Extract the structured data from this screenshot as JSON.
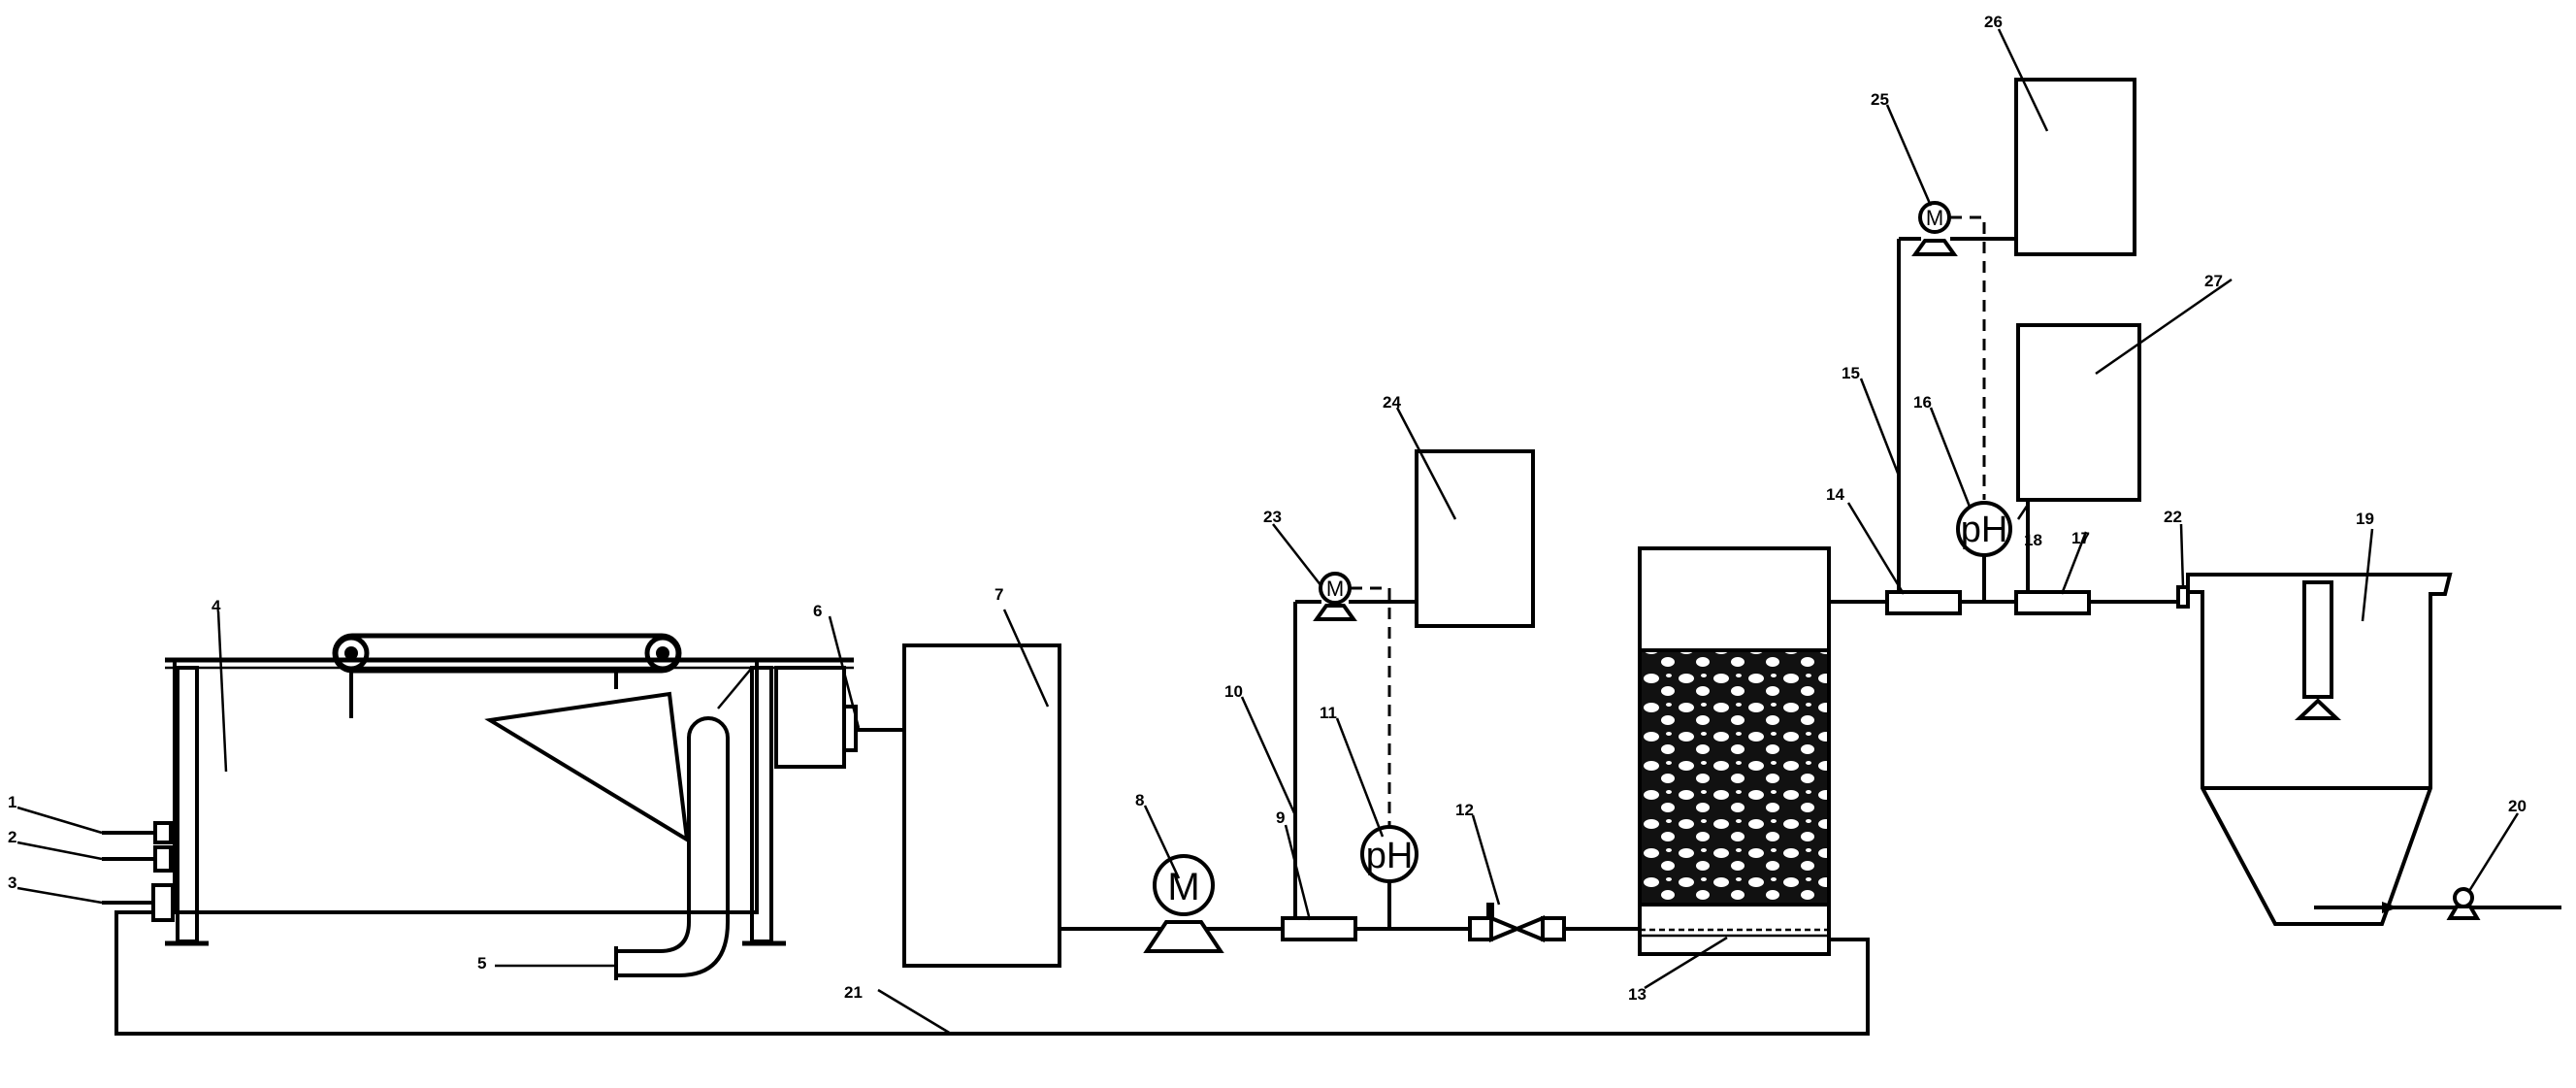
{
  "callouts": [
    {
      "id": "1",
      "text": "1"
    },
    {
      "id": "2",
      "text": "2"
    },
    {
      "id": "3",
      "text": "3"
    },
    {
      "id": "4",
      "text": "4"
    },
    {
      "id": "5",
      "text": "5"
    },
    {
      "id": "6",
      "text": "6"
    },
    {
      "id": "7",
      "text": "7"
    },
    {
      "id": "8",
      "text": "8"
    },
    {
      "id": "9",
      "text": "9"
    },
    {
      "id": "10",
      "text": "10"
    },
    {
      "id": "11",
      "text": "11"
    },
    {
      "id": "12",
      "text": "12"
    },
    {
      "id": "13",
      "text": "13"
    },
    {
      "id": "14",
      "text": "14"
    },
    {
      "id": "15",
      "text": "15"
    },
    {
      "id": "16",
      "text": "16"
    },
    {
      "id": "17",
      "text": "17"
    },
    {
      "id": "18",
      "text": "18"
    },
    {
      "id": "19",
      "text": "19"
    },
    {
      "id": "20",
      "text": "20"
    },
    {
      "id": "21",
      "text": "21"
    },
    {
      "id": "22",
      "text": "22"
    },
    {
      "id": "23",
      "text": "23"
    },
    {
      "id": "24",
      "text": "24"
    },
    {
      "id": "25",
      "text": "25"
    },
    {
      "id": "26",
      "text": "26"
    },
    {
      "id": "27",
      "text": "27"
    }
  ],
  "symbols": {
    "ph_meter": "pH",
    "pump_mark": "M"
  }
}
